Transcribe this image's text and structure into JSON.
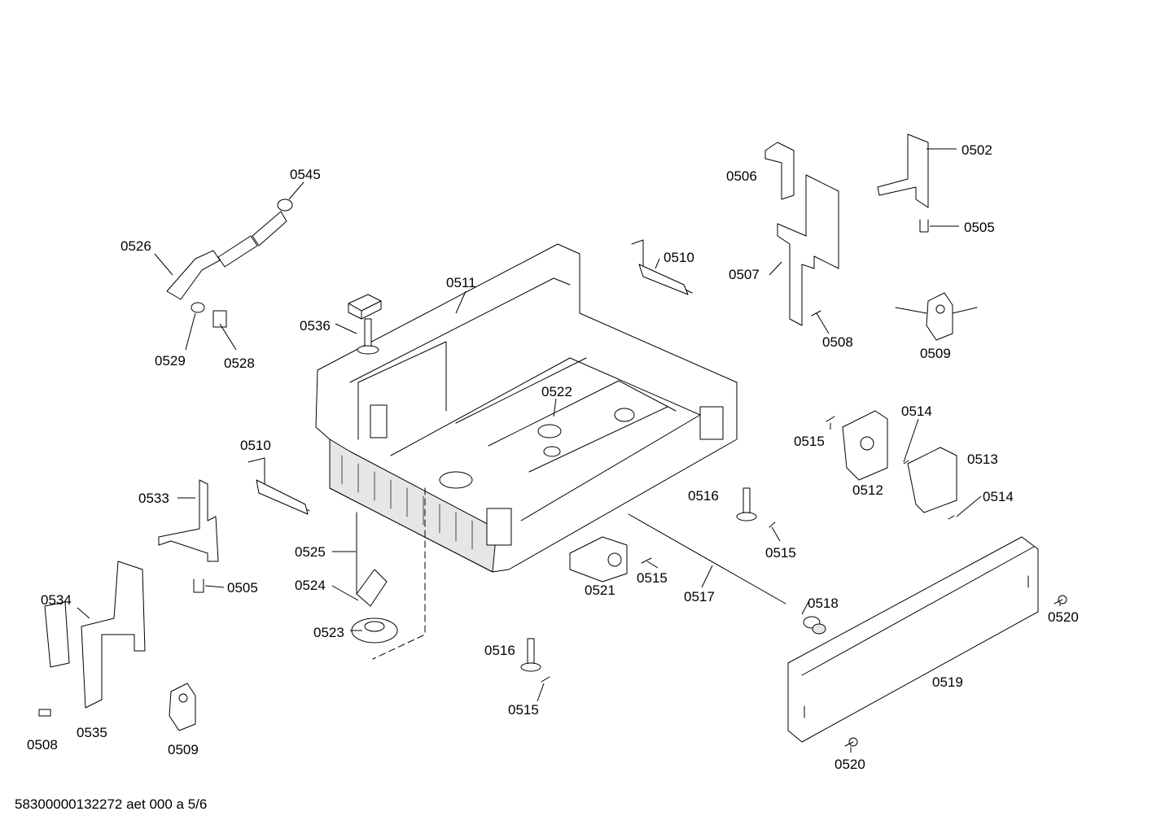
{
  "footer": {
    "code": "58300000132272 aet 000 a 5/6"
  },
  "callouts": [
    {
      "id": "c0545",
      "text": "0545"
    },
    {
      "id": "c0526",
      "text": "0526"
    },
    {
      "id": "c0529",
      "text": "0529"
    },
    {
      "id": "c0528",
      "text": "0528"
    },
    {
      "id": "c0536",
      "text": "0536"
    },
    {
      "id": "c0511",
      "text": "0511"
    },
    {
      "id": "c0510a",
      "text": "0510"
    },
    {
      "id": "c0506",
      "text": "0506"
    },
    {
      "id": "c0507",
      "text": "0507"
    },
    {
      "id": "c0502",
      "text": "0502"
    },
    {
      "id": "c0505a",
      "text": "0505"
    },
    {
      "id": "c0508a",
      "text": "0508"
    },
    {
      "id": "c0509a",
      "text": "0509"
    },
    {
      "id": "c0522",
      "text": "0522"
    },
    {
      "id": "c0510b",
      "text": "0510"
    },
    {
      "id": "c0533",
      "text": "0533"
    },
    {
      "id": "c0525",
      "text": "0525"
    },
    {
      "id": "c0505b",
      "text": "0505"
    },
    {
      "id": "c0524",
      "text": "0524"
    },
    {
      "id": "c0534",
      "text": "0534"
    },
    {
      "id": "c0523",
      "text": "0523"
    },
    {
      "id": "c0535",
      "text": "0535"
    },
    {
      "id": "c0508b",
      "text": "0508"
    },
    {
      "id": "c0509b",
      "text": "0509"
    },
    {
      "id": "c0515a",
      "text": "0515"
    },
    {
      "id": "c0514a",
      "text": "0514"
    },
    {
      "id": "c0513",
      "text": "0513"
    },
    {
      "id": "c0512",
      "text": "0512"
    },
    {
      "id": "c0514b",
      "text": "0514"
    },
    {
      "id": "c0516a",
      "text": "0516"
    },
    {
      "id": "c0515b",
      "text": "0515"
    },
    {
      "id": "c0521",
      "text": "0521"
    },
    {
      "id": "c0515c",
      "text": "0515"
    },
    {
      "id": "c0517",
      "text": "0517"
    },
    {
      "id": "c0518",
      "text": "0518"
    },
    {
      "id": "c0520a",
      "text": "0520"
    },
    {
      "id": "c0519",
      "text": "0519"
    },
    {
      "id": "c0516b",
      "text": "0516"
    },
    {
      "id": "c0515d",
      "text": "0515"
    },
    {
      "id": "c0520b",
      "text": "0520"
    }
  ]
}
